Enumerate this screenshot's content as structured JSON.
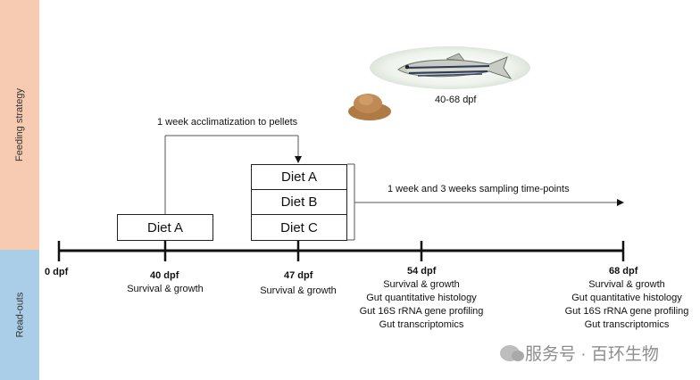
{
  "bands": {
    "feeding": "Feeding strategy",
    "readouts": "Read-outs"
  },
  "top": {
    "fish_label": "40-68 dpf",
    "acclimatization": "1 week acclimatization to pellets",
    "sampling": "1 week and 3 weeks sampling time-points"
  },
  "boxes": {
    "early": "Diet A",
    "diet_a": "Diet A",
    "diet_b": "Diet B",
    "diet_c": "Diet C"
  },
  "timeline": {
    "t0": "0 dpf",
    "t40": "40 dpf",
    "t47": "47 dpf",
    "t54": "54 dpf",
    "t68": "68 dpf"
  },
  "readouts": {
    "t40": [
      "Survival & growth"
    ],
    "t47": [
      "Survival & growth"
    ],
    "t54": [
      "Survival & growth",
      "Gut quantitative histology",
      "Gut 16S rRNA gene profiling",
      "Gut transcriptomics"
    ],
    "t68": [
      "Survival & growth",
      "Gut quantitative histology",
      "Gut 16S rRNA gene profiling",
      "Gut transcriptomics"
    ]
  },
  "watermark": "服务号 · 百环生物",
  "colors": {
    "feeding_band": "#f6cbb1",
    "readout_band": "#aacde8",
    "line": "#111111",
    "pellets": "#b07a45"
  },
  "icons": {
    "fish": "zebrafish-image",
    "pellets": "pellet-pile-image",
    "watermark": "wechat-icon"
  }
}
